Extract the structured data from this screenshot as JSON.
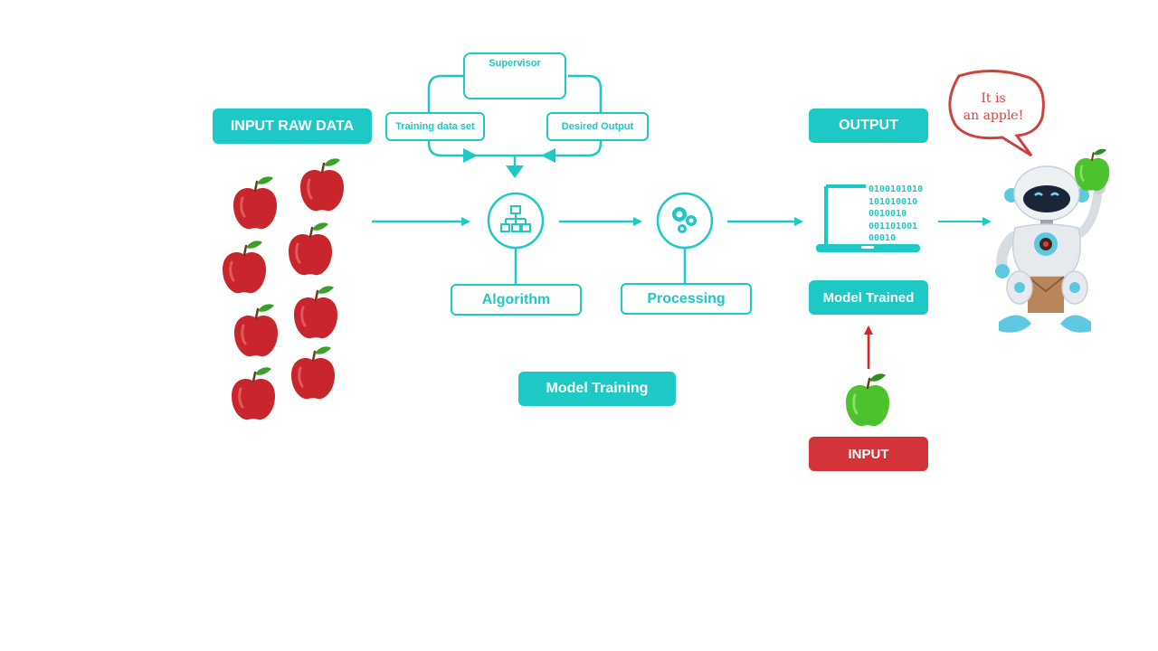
{
  "labels": {
    "input_raw_data": "INPUT RAW DATA",
    "supervisor": "Supervisor",
    "training_data_set": "Training data set",
    "desired_output": "Desired Output",
    "algorithm": "Algorithm",
    "processing": "Processing",
    "model_training": "Model Training",
    "output": "OUTPUT",
    "model_trained": "Model Trained",
    "input": "INPUT"
  },
  "binary_lines": [
    "0100101010",
    "101010010",
    "0010010",
    "001101001",
    "00010"
  ],
  "speech_bubble": [
    "It is",
    "an apple!"
  ],
  "colors": {
    "teal": "#1ec8c4",
    "red_label": "#d3343a",
    "apple_red": "#c8262c",
    "apple_green": "#4cc22c",
    "bubble_text": "#e0413a"
  },
  "icons": [
    "person-at-desk-icon",
    "hierarchy-icon",
    "gears-icon",
    "laptop-icon",
    "robot-icon",
    "apple-icon"
  ]
}
